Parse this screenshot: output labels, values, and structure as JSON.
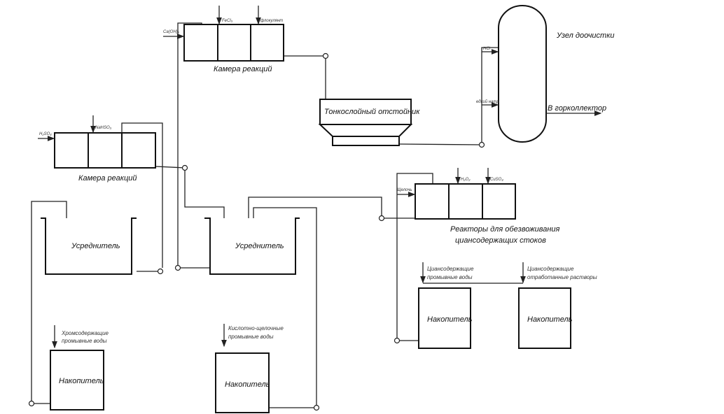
{
  "reaction_chamber_top": {
    "label": "Камера реакций",
    "inputs": [
      "Ca(OH)₂",
      "FeCl₃",
      "флокулянт"
    ]
  },
  "reaction_chamber_left": {
    "label": "Камера реакций",
    "inputs": [
      "H₂SO₄",
      "NaHSO₃"
    ]
  },
  "settler": {
    "label": "Тонкослойный отстойник"
  },
  "post_treatment": {
    "label": "Узел доочистки",
    "inputs": [
      "HCl",
      "едкий натр"
    ],
    "outlet": "В горколлектор"
  },
  "equalizer_left": {
    "label": "Усреднитель"
  },
  "equalizer_mid": {
    "label": "Усреднитель"
  },
  "reactors": {
    "label_line1": "Реакторы для обезвоживания",
    "label_line2": "циансодержащих стоков",
    "inputs": [
      "Щелочь",
      "H₂O₂",
      "CuSO₄"
    ]
  },
  "storage": [
    {
      "label": "Накопитель",
      "inflow_line1": "Хромсодержащие",
      "inflow_line2": "промывные воды"
    },
    {
      "label": "Накопитель",
      "inflow_line1": "Кислотно-щелочные",
      "inflow_line2": "промывные воды"
    },
    {
      "label": "Накопитель",
      "inflow_line1": "Циансодержащие",
      "inflow_line2": "промывные воды"
    },
    {
      "label": "Накопитель",
      "inflow_line1": "Циансодержащие",
      "inflow_line2": "отработанные растворы"
    }
  ]
}
